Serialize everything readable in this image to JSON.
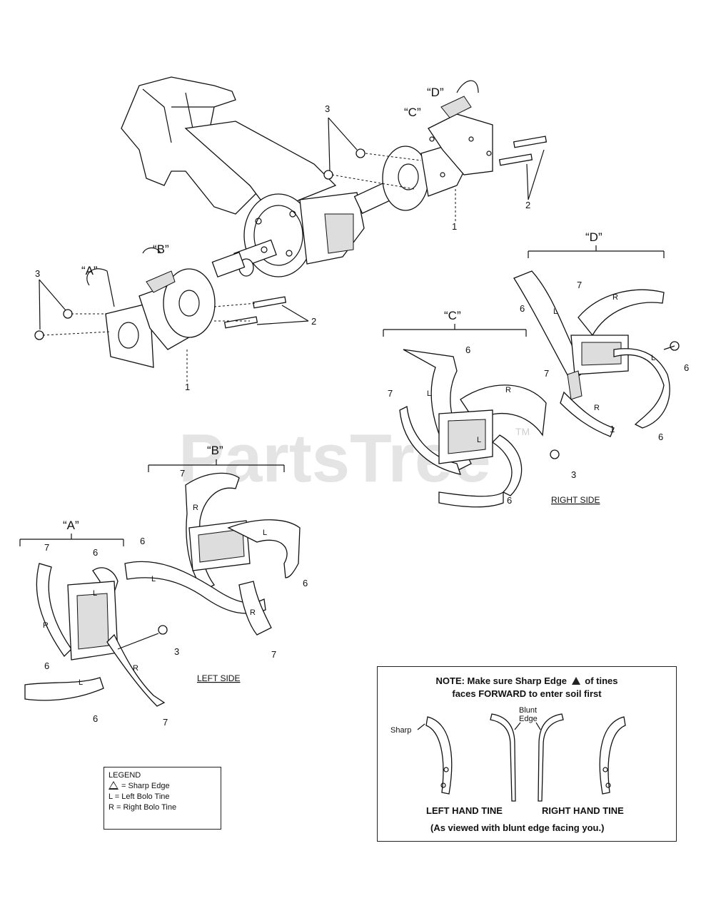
{
  "watermark": {
    "text": "PartsTree",
    "tm": "TM"
  },
  "group_labels": {
    "a": "“A”",
    "b": "“B”",
    "c": "“C”",
    "d": "“D”"
  },
  "side_labels": {
    "left": "LEFT SIDE",
    "right": "RIGHT SIDE"
  },
  "callouts": {
    "one": "1",
    "two": "2",
    "three": "3",
    "six": "6",
    "seven": "7"
  },
  "tine_letters": {
    "left": "L",
    "right": "R"
  },
  "legend": {
    "title": "LEGEND",
    "rows": [
      "= Sharp Edge",
      "L = Left Bolo Tine",
      "R = Right Bolo Tine"
    ]
  },
  "note": {
    "line1_a": "NOTE:  Make sure Sharp Edge",
    "line1_b": "of tines",
    "line2": "faces FORWARD to enter soil first",
    "sharp": "Sharp",
    "blunt": "Blunt",
    "edge": "Edge",
    "left_tine": "LEFT HAND TINE",
    "right_tine": "RIGHT HAND TINE",
    "viewed": "(As viewed with blunt edge facing you.)"
  }
}
